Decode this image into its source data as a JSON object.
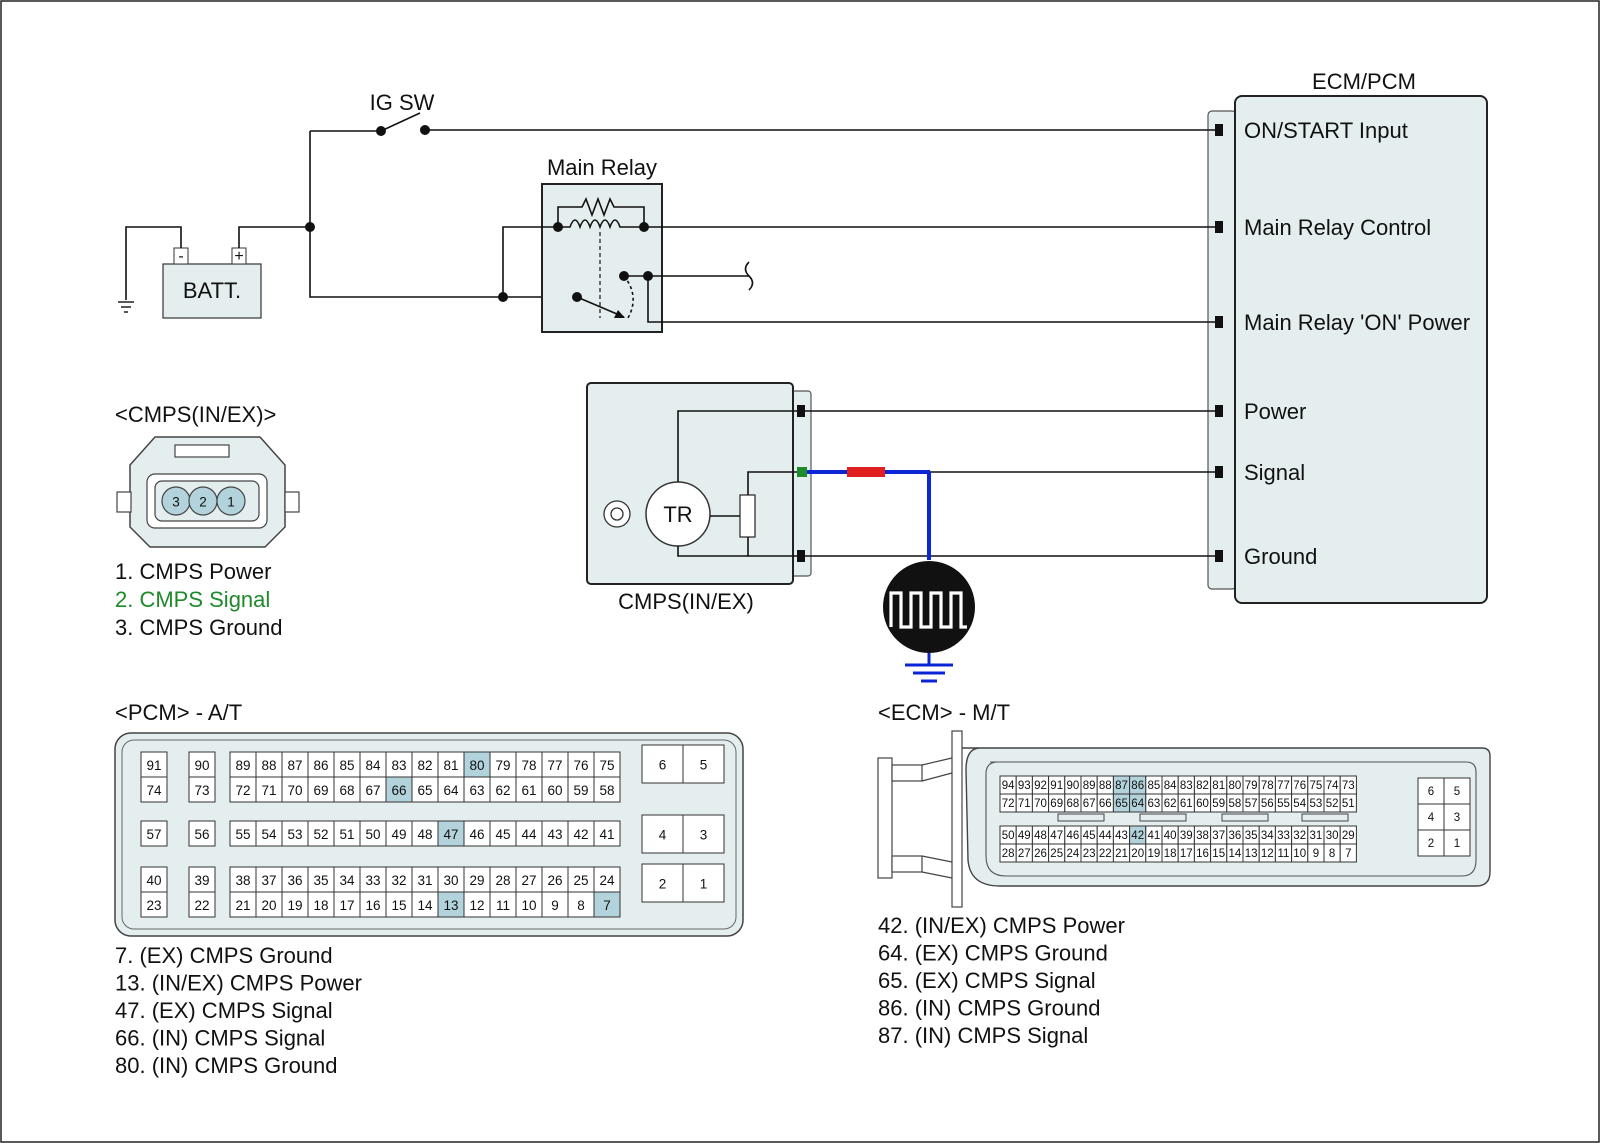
{
  "ecm_title": "ECM/PCM",
  "ecm_pins": [
    "ON/START Input",
    "Main Relay Control",
    "Main Relay 'ON' Power",
    "Power",
    "Signal",
    "Ground"
  ],
  "ig_sw": "IG SW",
  "main_relay": "Main Relay",
  "batt": "BATT.",
  "batt_minus": "-",
  "batt_plus": "+",
  "cmps_connector_title": "<CMPS(IN/EX)>",
  "cmps_label": "CMPS(IN/EX)",
  "tr_label": "TR",
  "cmps_legend": [
    "1. CMPS Power",
    "2. CMPS Signal",
    "3. CMPS Ground"
  ],
  "cmps_pin_numbers": [
    "3",
    "2",
    "1"
  ],
  "pcm_title": "<PCM> - A/T",
  "pcm_legend": [
    "7. (EX) CMPS Ground",
    "13. (IN/EX) CMPS Power",
    "47. (EX) CMPS Signal",
    "66. (IN) CMPS Signal",
    "80. (IN) CMPS Ground"
  ],
  "pcm_highlight": [
    "80",
    "66",
    "47",
    "13",
    "7"
  ],
  "pcm_rows": [
    [
      "91",
      "90",
      "89",
      "88",
      "87",
      "86",
      "85",
      "84",
      "83",
      "82",
      "81",
      "80",
      "79",
      "78",
      "77",
      "76",
      "75"
    ],
    [
      "74",
      "73",
      "72",
      "71",
      "70",
      "69",
      "68",
      "67",
      "66",
      "65",
      "64",
      "63",
      "62",
      "61",
      "60",
      "59",
      "58"
    ],
    [
      "57",
      "56",
      "55",
      "54",
      "53",
      "52",
      "51",
      "50",
      "49",
      "48",
      "47",
      "46",
      "45",
      "44",
      "43",
      "42",
      "41"
    ],
    [
      "40",
      "39",
      "38",
      "37",
      "36",
      "35",
      "34",
      "33",
      "32",
      "31",
      "30",
      "29",
      "28",
      "27",
      "26",
      "25",
      "24"
    ],
    [
      "23",
      "22",
      "21",
      "20",
      "19",
      "18",
      "17",
      "16",
      "15",
      "14",
      "13",
      "12",
      "11",
      "10",
      "9",
      "8",
      "7"
    ]
  ],
  "pcm_side": [
    [
      "6",
      "5"
    ],
    [
      "4",
      "3"
    ],
    [
      "2",
      "1"
    ]
  ],
  "ecm_conn_title": "<ECM> - M/T",
  "ecm_legend": [
    "42. (IN/EX) CMPS Power",
    "64. (EX) CMPS Ground",
    "65. (EX) CMPS Signal",
    "86. (IN) CMPS Ground",
    "87. (IN) CMPS Signal"
  ],
  "ecm_highlight": [
    "87",
    "86",
    "65",
    "64",
    "42"
  ],
  "ecm_rows": [
    [
      "94",
      "93",
      "92",
      "91",
      "90",
      "89",
      "88",
      "87",
      "86",
      "85",
      "84",
      "83",
      "82",
      "81",
      "80",
      "79",
      "78",
      "77",
      "76",
      "75",
      "74",
      "73"
    ],
    [
      "72",
      "71",
      "70",
      "69",
      "68",
      "67",
      "66",
      "65",
      "64",
      "63",
      "62",
      "61",
      "60",
      "59",
      "58",
      "57",
      "56",
      "55",
      "54",
      "53",
      "52",
      "51"
    ],
    [
      "50",
      "49",
      "48",
      "47",
      "46",
      "45",
      "44",
      "43",
      "42",
      "41",
      "40",
      "39",
      "38",
      "37",
      "36",
      "35",
      "34",
      "33",
      "32",
      "31",
      "30",
      "29"
    ],
    [
      "28",
      "27",
      "26",
      "25",
      "24",
      "23",
      "22",
      "21",
      "20",
      "19",
      "18",
      "17",
      "16",
      "15",
      "14",
      "13",
      "12",
      "11",
      "10",
      "9",
      "8",
      "7"
    ]
  ],
  "ecm_side": [
    [
      "6",
      "5"
    ],
    [
      "4",
      "3"
    ],
    [
      "2",
      "1"
    ]
  ],
  "colors": {
    "connector_fill": "#e4eeef",
    "pin_highlight": "#b3d3dc",
    "signal_green": "#1e8a2a",
    "probe_blue": "#0a24d6",
    "probe_red": "#e02020"
  }
}
